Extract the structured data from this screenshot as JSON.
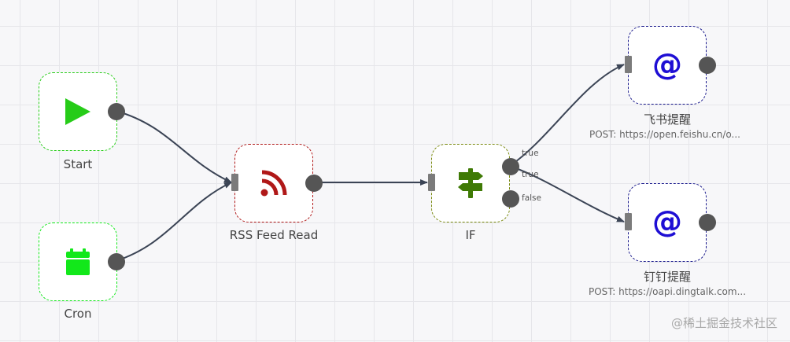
{
  "colors": {
    "start": "#26cc18",
    "cron": "#12e81a",
    "rss": "#b01818",
    "if": "#3f7a05",
    "webhook": "#1e0ed4",
    "edge": "#3b4455",
    "port": "#555555",
    "inport": "#7b7b7b"
  },
  "nodes": {
    "start": {
      "label": "Start",
      "icon": "play-icon"
    },
    "cron": {
      "label": "Cron",
      "icon": "calendar-icon"
    },
    "rss": {
      "label": "RSS Feed Read",
      "icon": "rss-icon"
    },
    "if": {
      "label": "IF",
      "icon": "signpost-icon",
      "ports": [
        "true",
        "true",
        "false"
      ]
    },
    "feishu": {
      "label": "飞书提醒",
      "subtitle": "POST: https://open.feishu.cn/o...",
      "icon": "at-icon"
    },
    "dingtalk": {
      "label": "钉钉提醒",
      "subtitle": "POST: https://oapi.dingtalk.com...",
      "icon": "at-icon"
    }
  },
  "watermark": "@稀土掘金技术社区"
}
